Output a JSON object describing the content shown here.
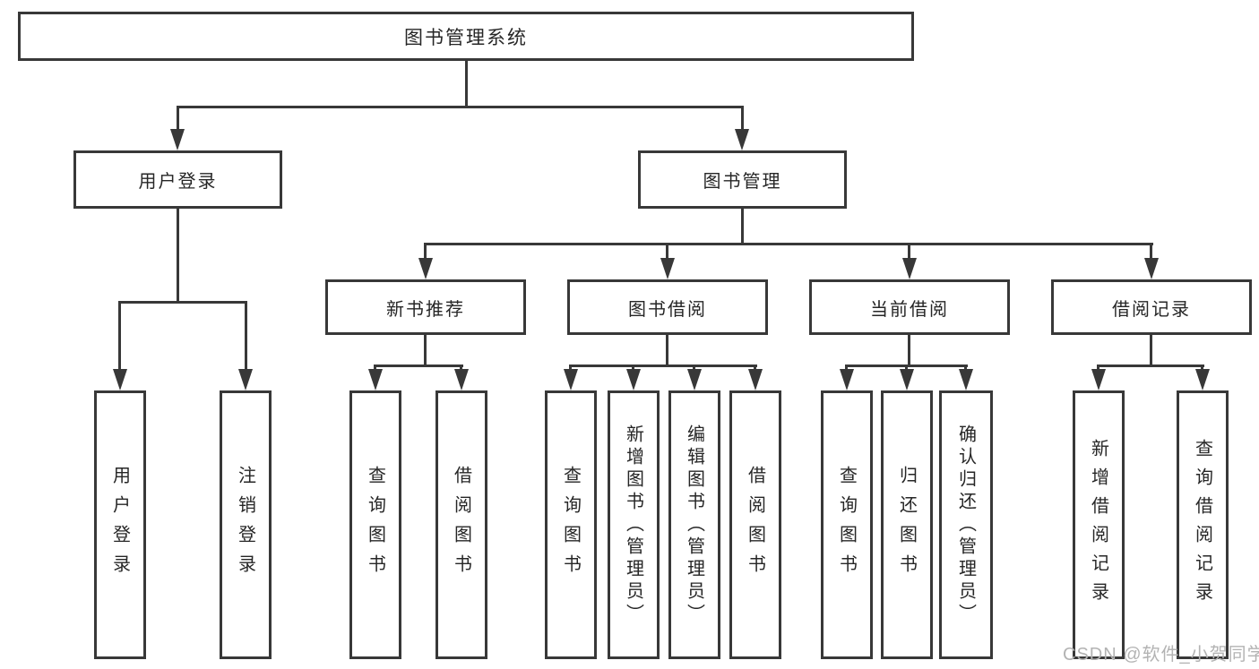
{
  "watermark": "CSDN @软件_小贺同学",
  "colors": {
    "line": "#383838",
    "text": "#262626",
    "watermark": "#b3b3b3",
    "background": "#ffffff"
  },
  "tree": {
    "root": "图书管理系统",
    "login": {
      "label": "用户登录",
      "children": [
        "用户登录",
        "注销登录"
      ]
    },
    "management": {
      "label": "图书管理",
      "groups": [
        {
          "label": "新书推荐",
          "children": [
            "查询图书",
            "借阅图书"
          ]
        },
        {
          "label": "图书借阅",
          "children": [
            "查询图书",
            "新增图书（管理员）",
            "编辑图书（管理员）",
            "借阅图书"
          ]
        },
        {
          "label": "当前借阅",
          "children": [
            "查询图书",
            "归还图书",
            "确认归还（管理员）"
          ]
        },
        {
          "label": "借阅记录",
          "children": [
            "新增借阅记录",
            "查询借阅记录"
          ]
        }
      ]
    }
  }
}
